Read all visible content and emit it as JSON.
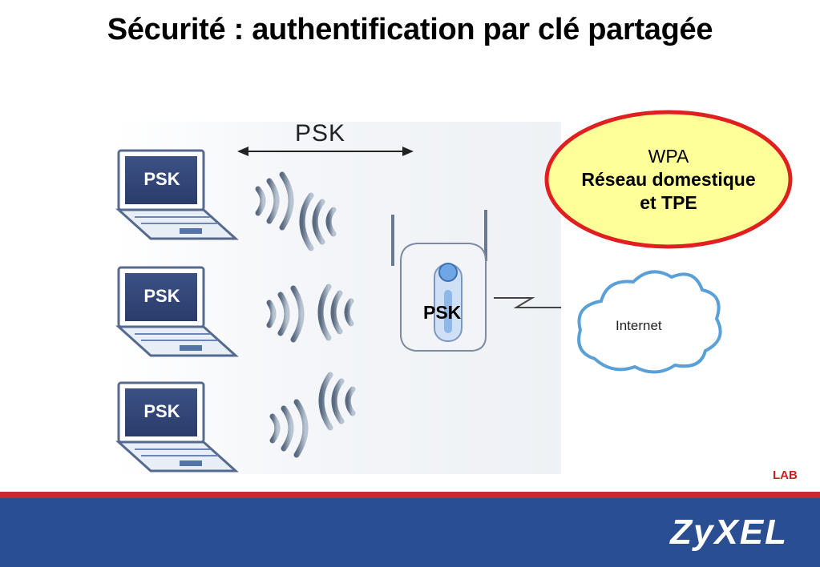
{
  "title": "Sécurité : authentification par clé partagée",
  "diagram": {
    "top_label": "PSK",
    "laptops": [
      {
        "label": "PSK"
      },
      {
        "label": "PSK"
      },
      {
        "label": "PSK"
      }
    ],
    "access_point_label": "PSK",
    "cloud_label": "Internet"
  },
  "callout": {
    "line1": "WPA",
    "line2": "Réseau domestique et TPE"
  },
  "footer": {
    "lab": "LAB",
    "brand": "ZyXEL"
  },
  "colors": {
    "callout_fill": "#ffff99",
    "callout_border": "#e02020",
    "footer_blue": "#2a4e92",
    "footer_red": "#c42c2c"
  }
}
